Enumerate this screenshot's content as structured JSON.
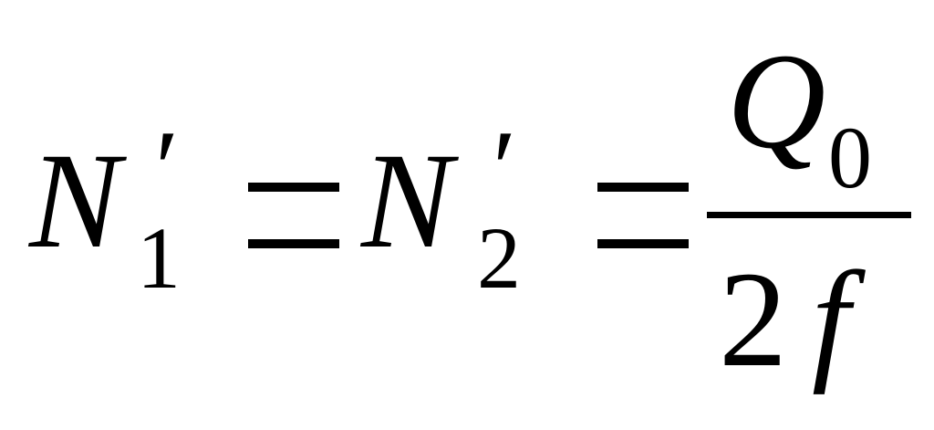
{
  "equation": {
    "lhs": {
      "symbol": "N",
      "subscript": "1",
      "prime": "′"
    },
    "eq1": "=",
    "middle": {
      "symbol": "N",
      "subscript": "2",
      "prime": "′"
    },
    "eq2": "=",
    "fraction": {
      "numerator": {
        "symbol": "Q",
        "subscript": "0"
      },
      "denominator": {
        "coefficient": "2",
        "symbol": "f"
      }
    }
  }
}
